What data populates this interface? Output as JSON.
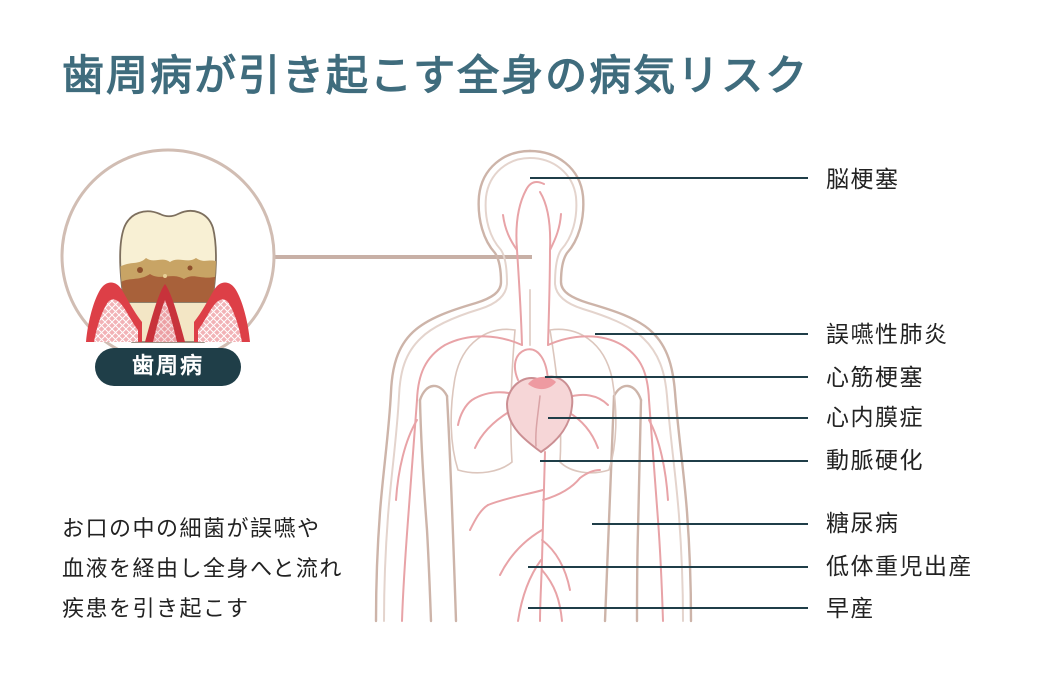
{
  "title": "歯周病が引き起こす全身の病気リスク",
  "periodontal_badge": "歯周病",
  "description_lines": [
    "お口の中の細菌が誤嚥や",
    "血液を経由し全身へと流れ",
    "疾患を引き起こす"
  ],
  "diseases": [
    "脳梗塞",
    "誤嚥性肺炎",
    "心筋梗塞",
    "心内膜症",
    "動脈硬化",
    "糖尿病",
    "低体重児出産",
    "早産"
  ],
  "illustrations": {
    "inset": "tooth-with-periodontal-disease-icon",
    "figure": "human-body-circulatory-icon"
  },
  "colors": {
    "title": "#3f6c7d",
    "badge_background": "#1f3e48",
    "pointer_lines": "#1f3e48",
    "body_outline": "#cdb4a9",
    "blood_vessels": "#e8a3a7",
    "heart": "#f6d6d7",
    "gums": "#dd3f47"
  }
}
